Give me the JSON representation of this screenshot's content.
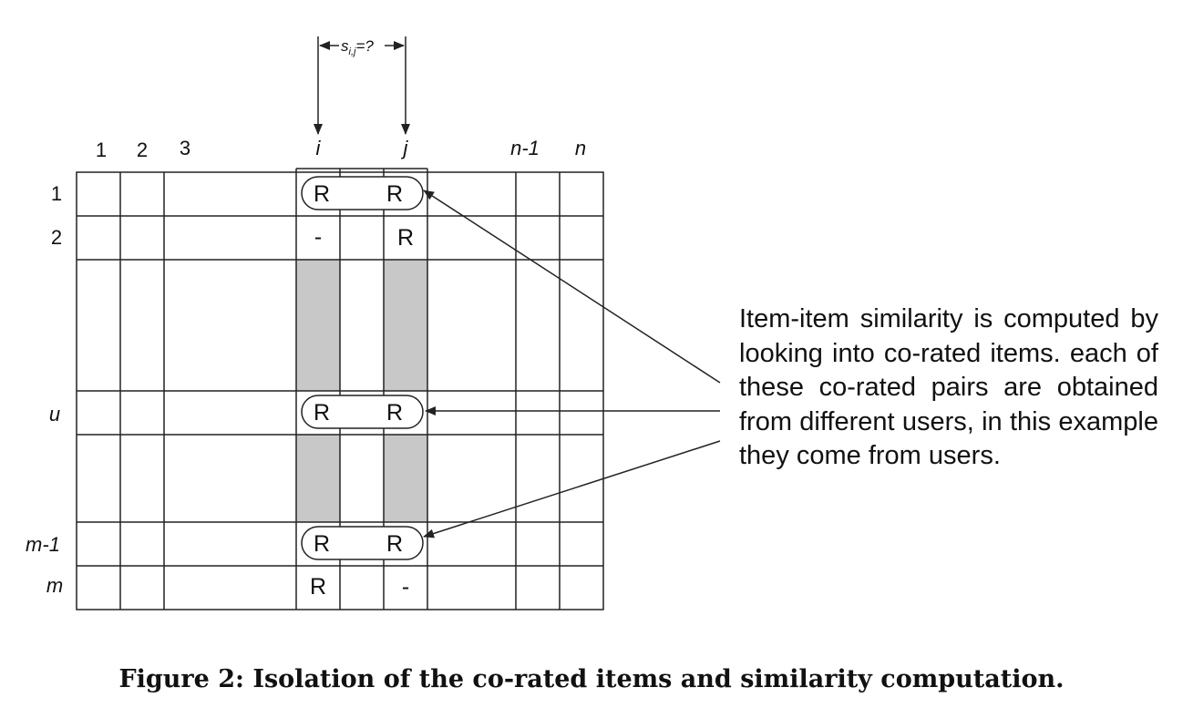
{
  "columns": [
    "1",
    "2",
    "3",
    "i",
    "j",
    "n-1",
    "n"
  ],
  "rows": [
    "1",
    "2",
    "u",
    "m-1",
    "m"
  ],
  "similarity": {
    "label": "s",
    "subscript": "i,j",
    "suffix": "=?"
  },
  "cells": {
    "row_1": {
      "i": "R",
      "j": "R"
    },
    "row_2": {
      "i": "-",
      "j": "R"
    },
    "row_u": {
      "i": "R",
      "j": "R"
    },
    "row_m1": {
      "i": "R",
      "j": "R"
    },
    "row_m": {
      "i": "R",
      "j": "-"
    }
  },
  "note": "Item-item similarity is computed by looking into co-rated items. each of these co-rated pairs are obtained from different users, in this example they come from users.",
  "caption": "Figure 2: Isolation of the co-rated items and similarity computation.",
  "colors": {
    "shade": "#c8c8c8",
    "line": "#222222"
  }
}
